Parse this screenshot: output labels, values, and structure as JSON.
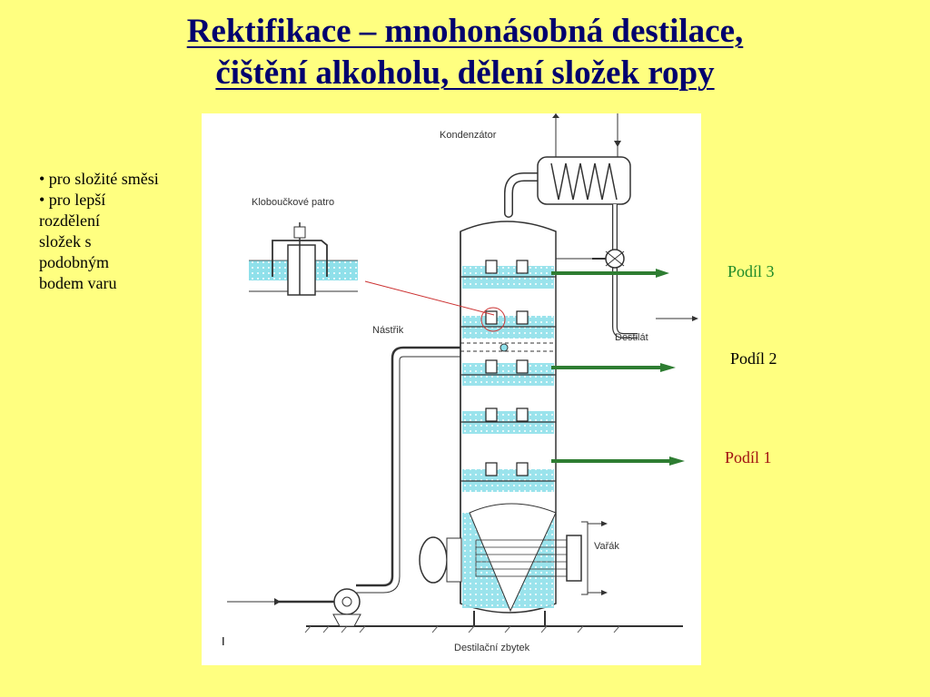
{
  "title": {
    "line1": "Rektifikace – mnohonásobná destilace,",
    "line2": "čištění alkoholu, dělení složek ropy"
  },
  "bullets": [
    "• pro složité směsi",
    "• pro lepší",
    "rozdělení",
    "složek s",
    "podobným",
    "bodem varu"
  ],
  "fractions": {
    "podil3": {
      "label": "Podíl 3",
      "color": "#1e8a28"
    },
    "podil2": {
      "label": "Podíl 2",
      "color": "#000000"
    },
    "podil1": {
      "label": "Podíl 1",
      "color": "#a01010"
    }
  },
  "diagram": {
    "kondenzator": "Kondenzátor",
    "kloboukove_patro": "Kloboučkové patro",
    "nastrik": "Nástřik",
    "destilat": "Destilát",
    "varak": "Vařák",
    "destilacni_zbytek": "Destilační zbytek",
    "figure_number": "I"
  },
  "colors": {
    "background": "#ffff80",
    "title": "#00006e",
    "liquid": "#66ccdd",
    "arrow": "#2e7d32"
  }
}
